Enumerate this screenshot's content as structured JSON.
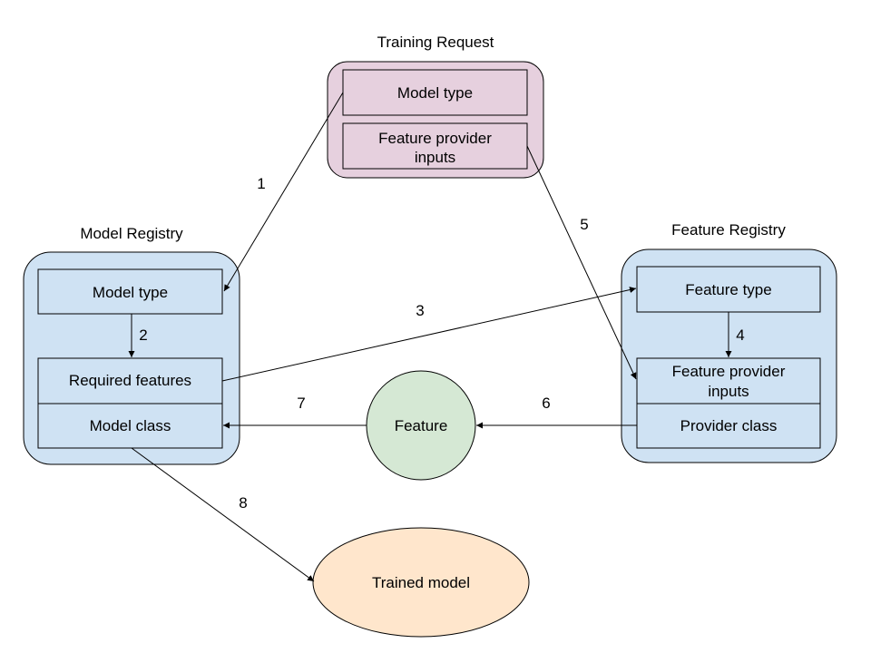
{
  "colors": {
    "training_group": "#e6d0de",
    "training_box": "#e6d0de",
    "registry_group": "#cfe2f3",
    "registry_box": "#cfe2f3",
    "feature_node": "#d5e8d4",
    "trained_node": "#ffe6cc",
    "stroke": "#000000"
  },
  "training_request": {
    "title": "Training Request",
    "model_type": "Model type",
    "provider_inputs_line1": "Feature provider",
    "provider_inputs_line2": "inputs"
  },
  "model_registry": {
    "title": "Model Registry",
    "model_type": "Model type",
    "required_features": "Required features",
    "model_class": "Model class"
  },
  "feature_registry": {
    "title": "Feature Registry",
    "feature_type": "Feature type",
    "provider_inputs_line1": "Feature provider",
    "provider_inputs_line2": "inputs",
    "provider_class": "Provider class"
  },
  "feature_node": {
    "label": "Feature"
  },
  "trained_model_node": {
    "label": "Trained model"
  },
  "edges": {
    "e1": "1",
    "e2": "2",
    "e3": "3",
    "e4": "4",
    "e5": "5",
    "e6": "6",
    "e7": "7",
    "e8": "8"
  }
}
